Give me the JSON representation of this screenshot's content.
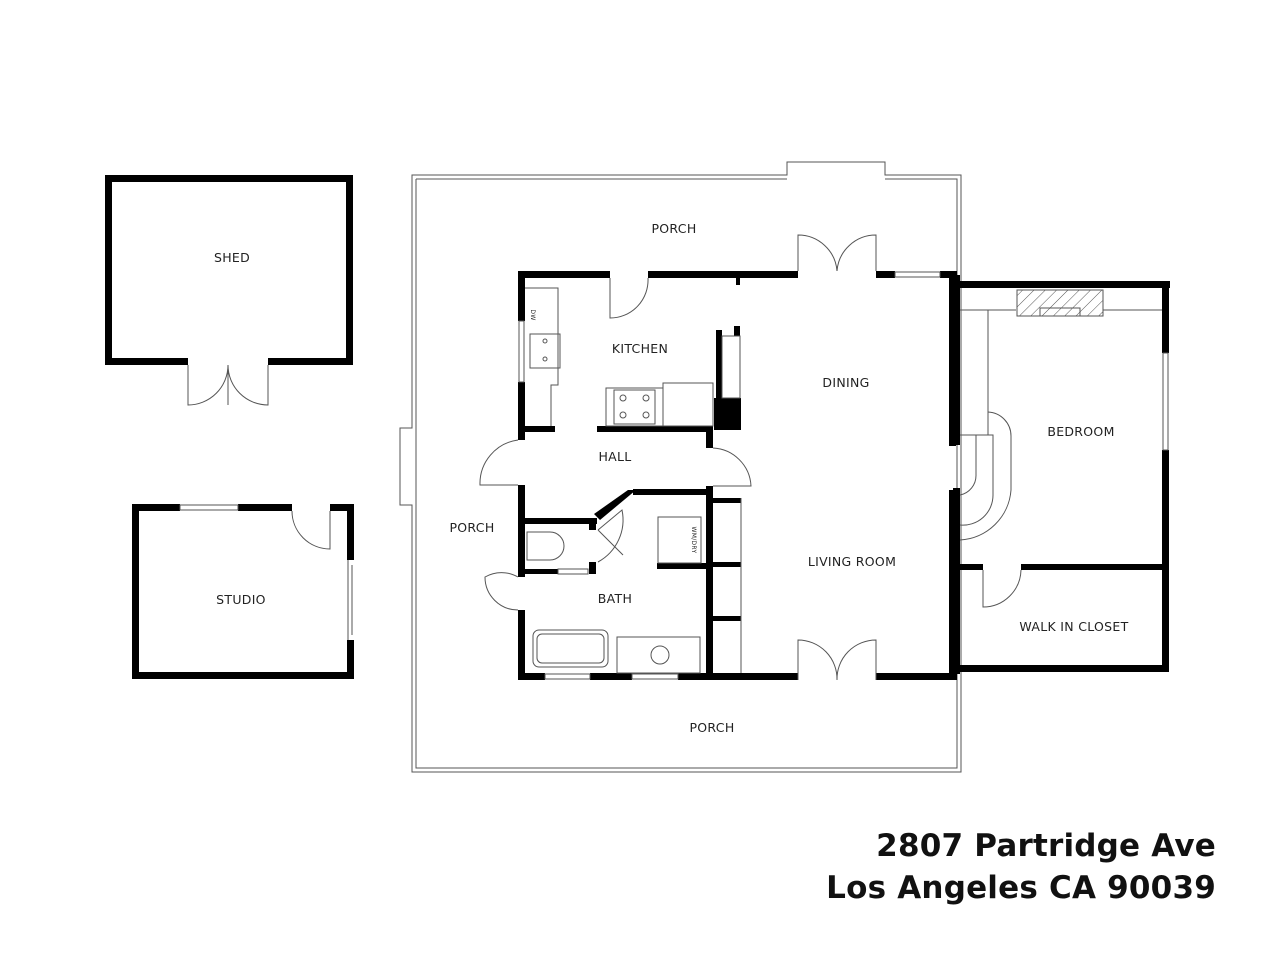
{
  "rooms": {
    "shed": "SHED",
    "studio": "STUDIO",
    "porch_top": "PORCH",
    "porch_left": "PORCH",
    "porch_bottom": "PORCH",
    "kitchen": "KITCHEN",
    "dining": "DINING",
    "hall": "HALL",
    "bath": "BATH",
    "living_room": "LIVING ROOM",
    "bedroom": "BEDROOM",
    "walk_in_closet": "WALK IN CLOSET"
  },
  "fixtures": {
    "dishwasher": "DW",
    "washer_dryer": "WM/DRY"
  },
  "address": {
    "line1": "2807 Partridge Ave",
    "line2": "Los Angeles CA 90039"
  }
}
